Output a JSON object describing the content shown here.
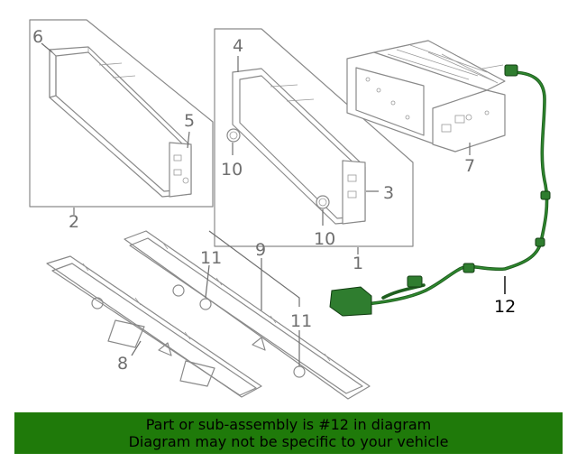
{
  "callouts": {
    "c1": "1",
    "c2": "2",
    "c3": "3",
    "c4": "4",
    "c5": "5",
    "c6": "6",
    "c7": "7",
    "c8": "8",
    "c9": "9",
    "c10a": "10",
    "c10b": "10",
    "c11a": "11",
    "c11b": "11",
    "c12": "12"
  },
  "highlight_color": "#1f5f1f",
  "footer": {
    "line1": "Part or sub-assembly is #12 in diagram",
    "line2": "Diagram may not be specific to your vehicle",
    "bg_color": "#1f7a0a"
  }
}
